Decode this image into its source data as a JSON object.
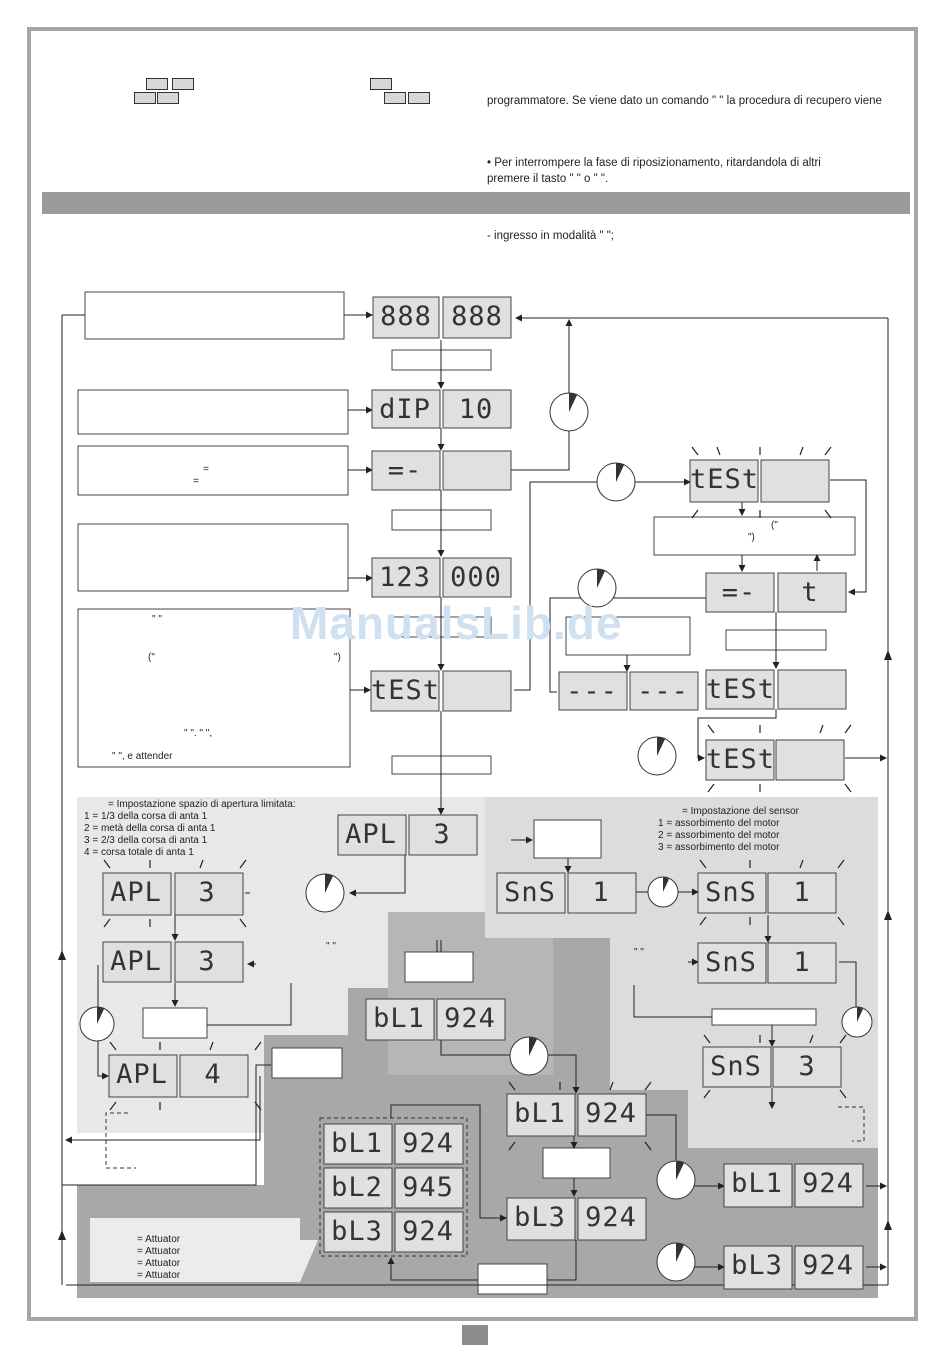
{
  "header": {
    "line_programmer": "programmatore. Se viene dato un comando \"    \" la procedura di recupero viene",
    "bullet_interrupt": "•  Per interrompere la fase di riposizionamento, ritardandola di altri",
    "press_key": "premere il tasto \"          \" o \"    \".",
    "entry_mode": "-  ingresso in modalità \"      \";"
  },
  "watermark": "ManualsLib.de",
  "notes": {
    "eq1": "=",
    "eq2": "=",
    "quote_open": "(\"",
    "quote_close": "\")",
    "left_q1": "\"       \"",
    "left_paren_open": "(\"",
    "left_paren_close": "\")",
    "left_q2": "\"     \".  \"         \",",
    "left_wait": "\"      \", e attender",
    "mid_q": "\"        \"",
    "right_q": "\"          \""
  },
  "apl_legend": {
    "title": "= Impostazione spazio di apertura limitata:",
    "items": [
      "1 = 1/3 della corsa di anta 1",
      "2 = metà della corsa di anta 1",
      "3 = 2/3 della corsa di anta 1",
      "4 = corsa totale di anta 1"
    ]
  },
  "sns_legend": {
    "title": "= Impostazione del sensor",
    "items": [
      "1 = assorbimento del motor",
      "2 = assorbimento del motor",
      "3 = assorbimento del motor"
    ]
  },
  "actuator_legend": {
    "items": [
      "= Attuator",
      "= Attuator",
      "= Attuator",
      "= Attuator"
    ]
  },
  "displays": [
    {
      "id": "d-top",
      "left": "888",
      "right": "888"
    },
    {
      "id": "d-dip",
      "left": "dIP",
      "right": "10"
    },
    {
      "id": "d-dash",
      "left": "=-",
      "right": ""
    },
    {
      "id": "d-ver",
      "left": "123",
      "right": "000"
    },
    {
      "id": "d-test1",
      "left": "tESt",
      "right": ""
    },
    {
      "id": "d-test-blink",
      "left": "tESt",
      "right": ""
    },
    {
      "id": "d-dash2",
      "left": "=-",
      "right": "t"
    },
    {
      "id": "d-dashes",
      "left": "---",
      "right": "---"
    },
    {
      "id": "d-test2",
      "left": "tESt",
      "right": ""
    },
    {
      "id": "d-test3",
      "left": "tESt",
      "right": ""
    },
    {
      "id": "d-apl",
      "left": "APL",
      "right": "3"
    },
    {
      "id": "d-apl-b",
      "left": "APL",
      "right": "3"
    },
    {
      "id": "d-apl-c",
      "left": "APL",
      "right": "3"
    },
    {
      "id": "d-apl-d",
      "left": "APL",
      "right": "4"
    },
    {
      "id": "d-sns",
      "left": "SnS",
      "right": "1"
    },
    {
      "id": "d-sns-b",
      "left": "SnS",
      "right": "1"
    },
    {
      "id": "d-sns-c",
      "left": "SnS",
      "right": "1"
    },
    {
      "id": "d-sns-d",
      "left": "SnS",
      "right": "3"
    },
    {
      "id": "d-bl1",
      "left": "bL1",
      "right": "924"
    },
    {
      "id": "d-bl1b",
      "left": "bL1",
      "right": "924"
    },
    {
      "id": "d-bl3",
      "left": "bL3",
      "right": "924"
    },
    {
      "id": "d-bl1c",
      "left": "bL1",
      "right": "924"
    },
    {
      "id": "d-bl3c",
      "left": "bL3",
      "right": "924"
    },
    {
      "id": "d-s1",
      "left": "bL1",
      "right": "924"
    },
    {
      "id": "d-s2",
      "left": "bL2",
      "right": "945"
    },
    {
      "id": "d-s3",
      "left": "bL3",
      "right": "924"
    }
  ],
  "top_icons": [
    "Fc1 Fc2",
    "Sb1 Sbc",
    "Sbt",
    "Fc1 Fc2"
  ]
}
